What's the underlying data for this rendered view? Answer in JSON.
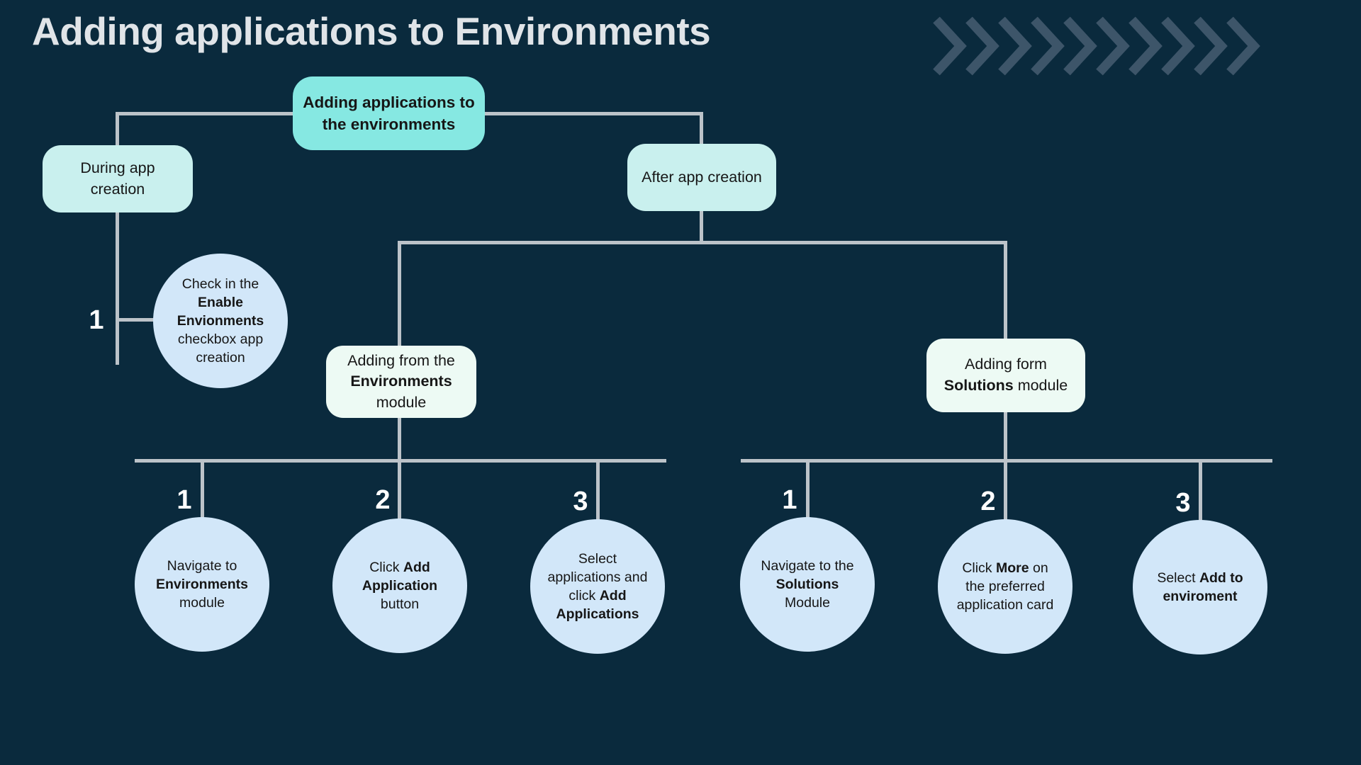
{
  "title": "Adding applications to Environments",
  "decor": {
    "chevron_count": 10,
    "chevron_icon": "chevron-right"
  },
  "colors": {
    "background": "#0a2a3d",
    "line": "#bcc3c9",
    "node_teal": "#86e8e2",
    "node_cyan": "#c9f0ee",
    "node_mint": "#edfaf4",
    "circle_blue": "#d2e7f9",
    "chevron": "#3d5569",
    "title": "#e0e4e8",
    "text_dark": "#161616",
    "number": "#ffffff"
  },
  "tree": {
    "root": {
      "lines": [
        [
          {
            "t": "Adding applications to",
            "b": true
          }
        ],
        [
          {
            "t": "the environments",
            "b": true
          }
        ]
      ]
    },
    "during_branch": {
      "node": {
        "lines": [
          [
            {
              "t": "During app"
            }
          ],
          [
            {
              "t": "creation"
            }
          ]
        ]
      },
      "step": {
        "number": "1",
        "lines": [
          [
            {
              "t": "Check in the"
            }
          ],
          [
            {
              "t": "Enable",
              "b": true
            }
          ],
          [
            {
              "t": "Envionments",
              "b": true
            }
          ],
          [
            {
              "t": "checkbox app"
            }
          ],
          [
            {
              "t": "creation"
            }
          ]
        ]
      }
    },
    "after_branch": {
      "node": {
        "lines": [
          [
            {
              "t": "After app creation"
            }
          ]
        ]
      },
      "env_branch": {
        "node": {
          "lines": [
            [
              {
                "t": "Adding from the"
              }
            ],
            [
              {
                "t": "Environments",
                "b": true
              }
            ],
            [
              {
                "t": "module"
              }
            ]
          ]
        },
        "steps": [
          {
            "number": "1",
            "lines": [
              [
                {
                  "t": "Navigate to"
                }
              ],
              [
                {
                  "t": "Environments",
                  "b": true
                }
              ],
              [
                {
                  "t": "module"
                }
              ]
            ]
          },
          {
            "number": "2",
            "lines": [
              [
                {
                  "t": "Click "
                },
                {
                  "t": "Add",
                  "b": true
                }
              ],
              [
                {
                  "t": "Application",
                  "b": true
                }
              ],
              [
                {
                  "t": "button"
                }
              ]
            ]
          },
          {
            "number": "3",
            "lines": [
              [
                {
                  "t": "Select"
                }
              ],
              [
                {
                  "t": "applications and"
                }
              ],
              [
                {
                  "t": "click "
                },
                {
                  "t": "Add",
                  "b": true
                }
              ],
              [
                {
                  "t": "Applications",
                  "b": true
                }
              ]
            ]
          }
        ]
      },
      "sol_branch": {
        "node": {
          "lines": [
            [
              {
                "t": "Adding form"
              }
            ],
            [
              {
                "t": "Solutions",
                "b": true
              },
              {
                "t": " module"
              }
            ]
          ]
        },
        "steps": [
          {
            "number": "1",
            "lines": [
              [
                {
                  "t": "Navigate to the"
                }
              ],
              [
                {
                  "t": "Solutions",
                  "b": true
                }
              ],
              [
                {
                  "t": "Module"
                }
              ]
            ]
          },
          {
            "number": "2",
            "lines": [
              [
                {
                  "t": "Click "
                },
                {
                  "t": "More",
                  "b": true
                },
                {
                  "t": " on"
                }
              ],
              [
                {
                  "t": "the preferred"
                }
              ],
              [
                {
                  "t": "application card"
                }
              ]
            ]
          },
          {
            "number": "3",
            "lines": [
              [
                {
                  "t": "Select "
                },
                {
                  "t": "Add to",
                  "b": true
                }
              ],
              [
                {
                  "t": "enviroment",
                  "b": true
                }
              ]
            ]
          }
        ]
      }
    }
  }
}
